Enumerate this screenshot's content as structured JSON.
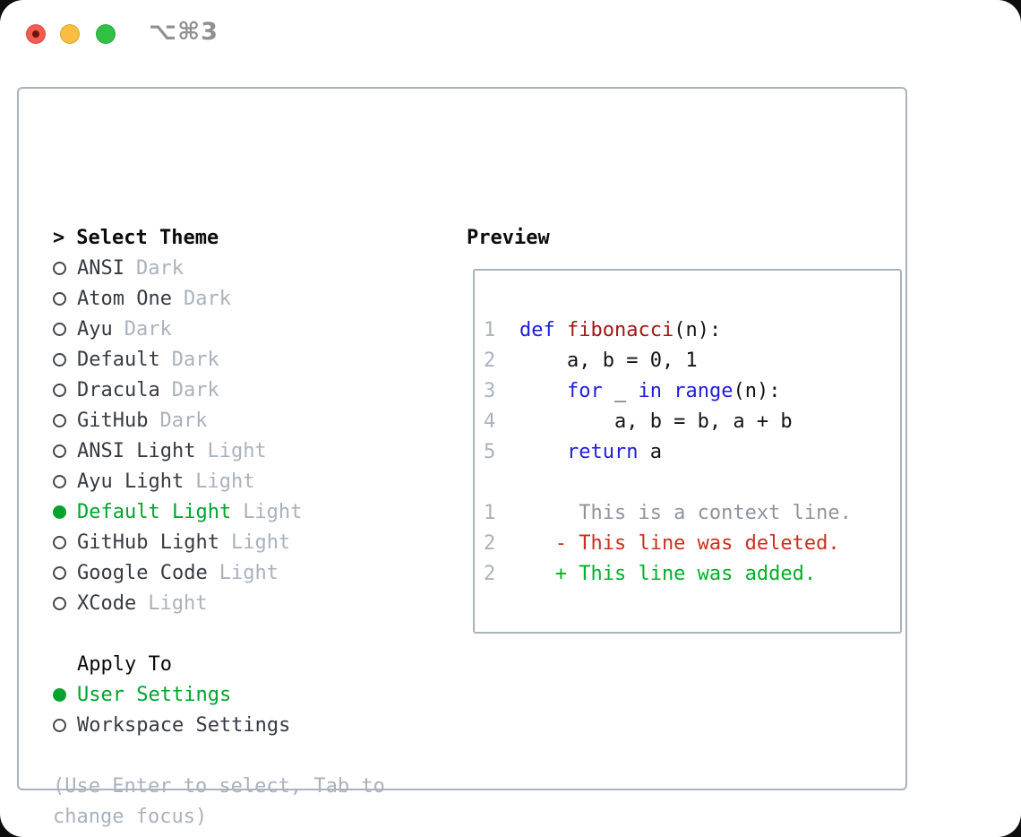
{
  "window": {
    "title": "⌥⌘3"
  },
  "colors": {
    "accent_green": "#00a42d",
    "keyword_blue": "#1d1de0",
    "function_red": "#a31515",
    "deleted_red": "#c9301c",
    "added_green": "#00b02a",
    "context_gray": "#8e959e",
    "muted_gray": "#a9b2bd",
    "text_dark": "#363b43",
    "heading_black": "#0b0b0b",
    "border_gray": "#a9b2bd",
    "title_gray": "#8e9094",
    "tl_close": "#f45b50",
    "tl_minimize": "#f9bd40",
    "tl_zoom": "#30c144",
    "tl_close_dot": "#6e1309"
  },
  "theme_panel": {
    "prompt": ">",
    "title": "Select Theme",
    "themes": [
      {
        "name": "ANSI",
        "variant": "Dark",
        "state": "unselected"
      },
      {
        "name": "Atom One",
        "variant": "Dark",
        "state": "unselected"
      },
      {
        "name": "Ayu",
        "variant": "Dark",
        "state": "unselected"
      },
      {
        "name": "Default",
        "variant": "Dark",
        "state": "unselected"
      },
      {
        "name": "Dracula",
        "variant": "Dark",
        "state": "unselected"
      },
      {
        "name": "GitHub",
        "variant": "Dark",
        "state": "unselected"
      },
      {
        "name": "ANSI Light",
        "variant": "Light",
        "state": "unselected"
      },
      {
        "name": "Ayu Light",
        "variant": "Light",
        "state": "unselected"
      },
      {
        "name": "Default Light",
        "variant": "Light",
        "state": "selected"
      },
      {
        "name": "GitHub Light",
        "variant": "Light",
        "state": "unselected"
      },
      {
        "name": "Google Code",
        "variant": "Light",
        "state": "unselected"
      },
      {
        "name": "XCode",
        "variant": "Light",
        "state": "unselected"
      }
    ],
    "apply_to": {
      "title": "Apply To",
      "options": [
        {
          "name": "User Settings",
          "state": "selected"
        },
        {
          "name": "Workspace Settings",
          "state": "unselected"
        }
      ]
    },
    "hints": [
      "(Use Enter to select, Tab to",
      "change focus)"
    ]
  },
  "preview": {
    "title": "Preview",
    "lines": [
      {
        "num": "1",
        "segs": [
          {
            "t": "def ",
            "c": "keyword"
          },
          {
            "t": "fibonacci",
            "c": "function"
          },
          {
            "t": "(n):",
            "c": "plain"
          }
        ]
      },
      {
        "num": "2",
        "segs": [
          {
            "t": "    a, b = 0, 1",
            "c": "plain"
          }
        ]
      },
      {
        "num": "3",
        "segs": [
          {
            "t": "    ",
            "c": "plain"
          },
          {
            "t": "for",
            "c": "keyword"
          },
          {
            "t": " _ ",
            "c": "plain"
          },
          {
            "t": "in",
            "c": "keyword"
          },
          {
            "t": " ",
            "c": "plain"
          },
          {
            "t": "range",
            "c": "keyword"
          },
          {
            "t": "(n):",
            "c": "plain"
          }
        ]
      },
      {
        "num": "4",
        "segs": [
          {
            "t": "        a, b = b, a + b",
            "c": "plain"
          }
        ]
      },
      {
        "num": "5",
        "segs": [
          {
            "t": "    ",
            "c": "plain"
          },
          {
            "t": "return",
            "c": "keyword"
          },
          {
            "t": " a",
            "c": "plain"
          }
        ]
      },
      {
        "num": "",
        "segs": []
      },
      {
        "num": "1",
        "segs": [
          {
            "t": "     This is a context line.",
            "c": "context"
          }
        ]
      },
      {
        "num": "2",
        "segs": [
          {
            "t": "   - This line was deleted.",
            "c": "deleted"
          }
        ]
      },
      {
        "num": "2",
        "segs": [
          {
            "t": "   + This line was added.",
            "c": "added"
          }
        ]
      }
    ]
  }
}
